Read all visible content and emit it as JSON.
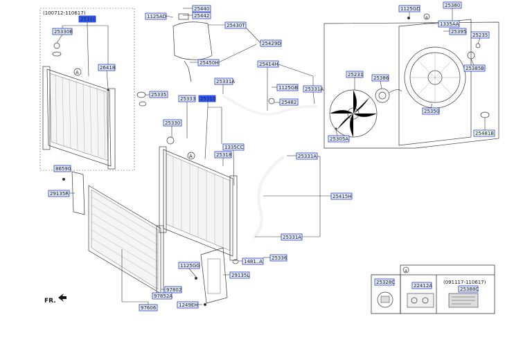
{
  "variant_tl": "(100712-110617)",
  "variant_br": "(091117-110617)",
  "front_marker": "FR.",
  "callout_a": "A",
  "callout_small_a": "a",
  "labels": {
    "p25310_sel": "25310",
    "p25330B": "25330B",
    "p26418": "26418",
    "p1125AD": "1125AD",
    "p25440": "25440",
    "p25442": "25442",
    "p25430T": "25430T",
    "p25429D": "25429D",
    "p25450H": "25450H",
    "p25414H": "25414H",
    "p25331A_1": "25331A",
    "p25331A_2": "25331A",
    "p1125GB": "1125GB",
    "p25482": "25482",
    "p25335": "25335",
    "p25333": "25333",
    "p25310_sel2": "25310",
    "p25330": "25330",
    "p1335CC": "1335CC",
    "p25318": "25318",
    "p25331A_3": "25331A",
    "p25415H": "25415H",
    "p25331A_4": "25331A",
    "p1125GD": "1125GD",
    "p25380": "25380",
    "p1335AA": "1335AA",
    "p25395": "25395",
    "p25235": "25235",
    "p25231": "25231",
    "p25386": "25386",
    "p25385B": "25385B",
    "p25350": "25350",
    "p25305A": "25305A",
    "p25481B": "25481B",
    "p86590": "86590",
    "p29135R": "29135R",
    "p1125GG": "1125GG",
    "p97802": "97802",
    "p97852A": "97852A",
    "p97606": "97606",
    "p29135L": "29135L",
    "p1249EH": "1249EH",
    "p1481_A": "1481..A",
    "p25336": "25336",
    "p25328C": "25328C",
    "p22412A": "22412A",
    "p25388C": "25388C"
  },
  "colors": {
    "label_fill": "#e6ecff",
    "label_stroke": "#2a38c8",
    "selected_fill": "#2f5bff",
    "alt_fill": "#eafff0"
  }
}
